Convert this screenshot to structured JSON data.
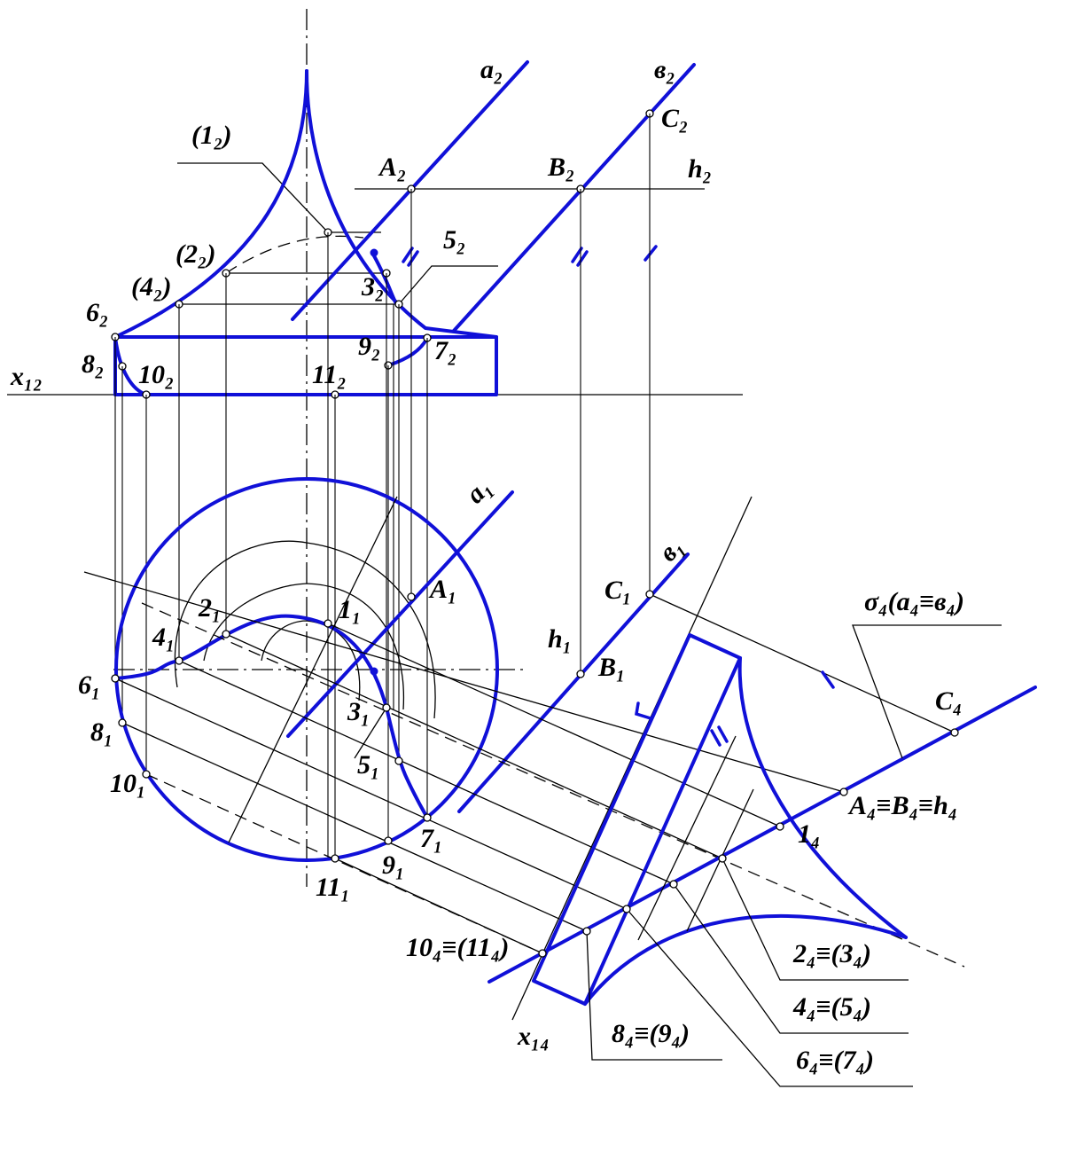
{
  "labels": {
    "a2": "a₂",
    "b2": "в₂",
    "C2": "C₂",
    "one2": "(1₂)",
    "A2": "A₂",
    "B2": "B₂",
    "h2": "h₂",
    "two2": "(2₂)",
    "five2": "5₂",
    "four2": "(4₂)",
    "three2": "3₂",
    "six2": "6₂",
    "nine2": "9₂",
    "seven2": "7₂",
    "eight2": "8₂",
    "ten2": "10₂",
    "eleven2": "11₂",
    "x12": "x₁₂",
    "a1": "a₁",
    "b1": "в₁",
    "C1": "C₁",
    "sigma4": "σ₄(a₄≡в₄)",
    "two1": "2₁",
    "one1": "1₁",
    "A1": "A₁",
    "four1": "4₁",
    "h1": "h₁",
    "B1": "B₁",
    "six1": "6₁",
    "three1": "3₁",
    "C4": "C₄",
    "eight1": "8₁",
    "five1": "5₁",
    "A4B4h4": "A₄≡B₄≡h₄",
    "ten1": "10₁",
    "seven1": "7₁",
    "one4": "1₄",
    "nine1": "9₁",
    "eleven1": "11₁",
    "ten4": "10₄≡(11₄)",
    "two4": "2₄≡(3₄)",
    "four4": "4₄≡(5₄)",
    "x14": "x₁₄",
    "eight4": "8₄≡(9₄)",
    "six4": "6₄≡(7₄)"
  },
  "colors": {
    "construction": "#000000",
    "figure": "#1010d8",
    "background": "#ffffff"
  }
}
